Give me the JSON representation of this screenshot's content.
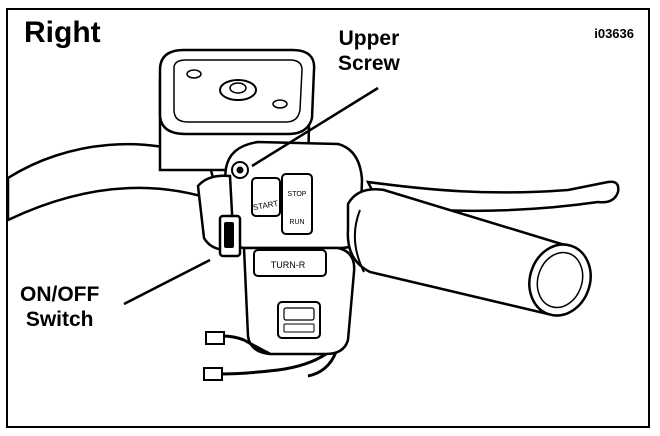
{
  "figure": {
    "heading": "Right",
    "figure_id": "i03636"
  },
  "callouts": {
    "upper_screw": [
      "Upper",
      "Screw"
    ],
    "on_off_switch": [
      "ON/OFF",
      "Switch"
    ]
  },
  "switch_labels": {
    "start": "START",
    "run": "RUN",
    "stop": "STOP",
    "turn_r": "TURN-R"
  },
  "colors": {
    "line": "#000000",
    "paper": "#ffffff",
    "shade": "#d9d9d9"
  }
}
